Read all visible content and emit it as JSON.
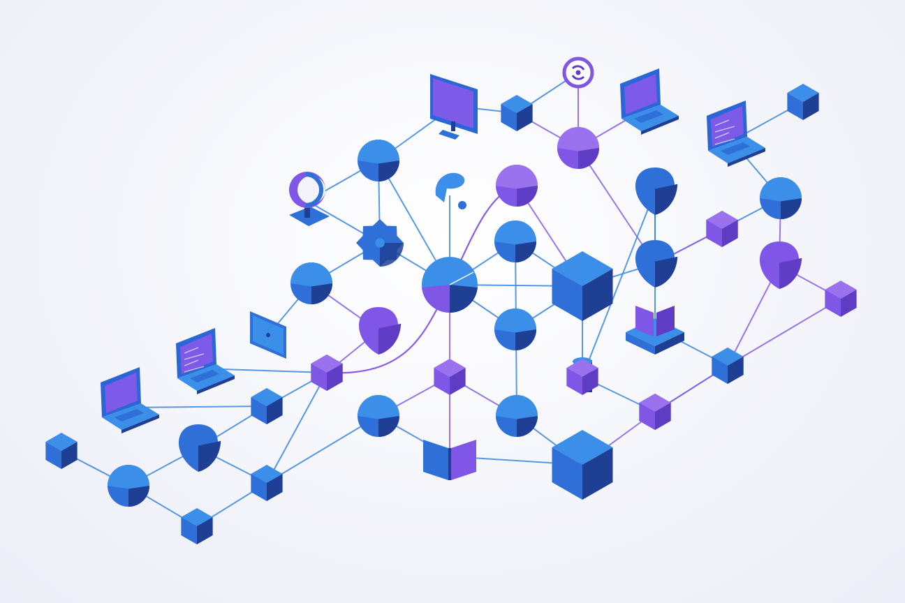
{
  "palette": {
    "blue_top": "#3b8fe8",
    "blue_left": "#2f6fd8",
    "blue_right": "#1f3f94",
    "purple_top": "#9a72ee",
    "purple_left": "#8056e6",
    "purple_right": "#5f3cc4",
    "link_blue": "#3a86e0",
    "link_purple": "#8a5ce8",
    "screen_purple": "#7e5ae8",
    "device_frame": "#2a66d6"
  },
  "nodes": [
    {
      "id": "n1",
      "kind": "cube",
      "color": "blue",
      "icon": "cube-icon"
    },
    {
      "id": "n2",
      "kind": "sphere",
      "color": "blue",
      "icon": "sphere-icon"
    },
    {
      "id": "n3",
      "kind": "cube",
      "color": "blue",
      "icon": "cube-icon"
    },
    {
      "id": "n4",
      "kind": "cube",
      "color": "blue",
      "icon": "cube-icon"
    },
    {
      "id": "n5",
      "kind": "blob",
      "color": "blue",
      "icon": "shield-node-icon"
    },
    {
      "id": "n6",
      "kind": "cube",
      "color": "blue",
      "icon": "cube-icon"
    },
    {
      "id": "n7",
      "kind": "cube",
      "color": "blue",
      "icon": "cube-icon"
    },
    {
      "id": "n8",
      "kind": "sphere",
      "color": "blue",
      "icon": "sphere-icon"
    },
    {
      "id": "n9",
      "kind": "cube",
      "color": "purple",
      "icon": "cube-icon"
    },
    {
      "id": "n10",
      "kind": "blob",
      "color": "purple",
      "icon": "blob-node-icon"
    },
    {
      "id": "n11",
      "kind": "sphere",
      "color": "blue",
      "icon": "sphere-icon"
    },
    {
      "id": "n12",
      "kind": "gear",
      "color": "blue",
      "icon": "gear-icon"
    },
    {
      "id": "n13",
      "kind": "sphere",
      "color": "blue",
      "icon": "sphere-icon"
    },
    {
      "id": "n14",
      "kind": "hub",
      "color": "blue",
      "icon": "hub-sphere-icon"
    },
    {
      "id": "n15",
      "kind": "sphere",
      "color": "blue",
      "icon": "sphere-icon"
    },
    {
      "id": "n16",
      "kind": "sphere",
      "color": "blue",
      "icon": "sphere-icon"
    },
    {
      "id": "n17",
      "kind": "cube",
      "color": "purple",
      "icon": "cube-icon"
    },
    {
      "id": "n18",
      "kind": "bigcube",
      "color": "blue",
      "icon": "large-cube-icon"
    },
    {
      "id": "n19",
      "kind": "bigcube",
      "color": "blue",
      "icon": "large-cube-icon"
    },
    {
      "id": "n20",
      "kind": "sphere",
      "color": "blue",
      "icon": "sphere-icon"
    },
    {
      "id": "n21",
      "kind": "blob",
      "color": "blue",
      "icon": "shield-node-icon"
    },
    {
      "id": "n22",
      "kind": "cube",
      "color": "blue",
      "icon": "cube-icon"
    },
    {
      "id": "n23",
      "kind": "sphere",
      "color": "purple",
      "icon": "sphere-icon"
    },
    {
      "id": "n24",
      "kind": "sphere",
      "color": "purple",
      "icon": "sphere-icon"
    },
    {
      "id": "n25",
      "kind": "cube",
      "color": "blue",
      "icon": "cube-icon"
    },
    {
      "id": "n26",
      "kind": "blob",
      "color": "blue",
      "icon": "shield-node-icon"
    },
    {
      "id": "n27",
      "kind": "cube",
      "color": "blue",
      "icon": "cube-icon"
    },
    {
      "id": "n28",
      "kind": "cylinder",
      "color": "blue",
      "icon": "cylinder-icon"
    },
    {
      "id": "n29",
      "kind": "cube",
      "color": "blue",
      "icon": "cube-icon"
    },
    {
      "id": "n30",
      "kind": "cube",
      "color": "purple",
      "icon": "cube-icon"
    },
    {
      "id": "n31",
      "kind": "sphere",
      "color": "blue",
      "icon": "sphere-icon"
    },
    {
      "id": "n32",
      "kind": "blob",
      "color": "purple",
      "icon": "blob-node-icon"
    },
    {
      "id": "n33",
      "kind": "cube",
      "color": "purple",
      "icon": "cube-icon"
    },
    {
      "id": "n34",
      "kind": "cube",
      "color": "blue",
      "icon": "cube-icon"
    },
    {
      "id": "n35",
      "kind": "cube",
      "color": "blue",
      "icon": "cube-icon"
    },
    {
      "id": "n36",
      "kind": "purplecube",
      "color": "purple",
      "icon": "cube-icon"
    },
    {
      "id": "n37",
      "kind": "cube",
      "color": "purple",
      "icon": "cube-icon"
    }
  ],
  "devices": [
    {
      "id": "d1",
      "kind": "laptop",
      "icon": "laptop-icon"
    },
    {
      "id": "d2",
      "kind": "laptop",
      "icon": "laptop-code-icon"
    },
    {
      "id": "d3",
      "kind": "tablet",
      "icon": "tablet-icon"
    },
    {
      "id": "d4",
      "kind": "webcam",
      "icon": "webcam-icon"
    },
    {
      "id": "d5",
      "kind": "monitor",
      "icon": "monitor-icon"
    },
    {
      "id": "d6",
      "kind": "laptop",
      "icon": "laptop-icon"
    },
    {
      "id": "d7",
      "kind": "laptop",
      "icon": "laptop-code-icon"
    },
    {
      "id": "d8",
      "kind": "badge",
      "icon": "sync-badge-icon"
    },
    {
      "id": "d9",
      "kind": "book",
      "icon": "open-book-icon"
    },
    {
      "id": "d10",
      "kind": "platform",
      "icon": "platform-book-icon"
    },
    {
      "id": "d11",
      "kind": "pin",
      "icon": "location-pin-icon"
    }
  ],
  "links": [
    [
      "n1",
      "n2"
    ],
    [
      "n2",
      "n3"
    ],
    [
      "n2",
      "n5"
    ],
    [
      "n3",
      "n6"
    ],
    [
      "n4",
      "n5"
    ],
    [
      "n5",
      "n6"
    ],
    [
      "n4",
      "n7"
    ],
    [
      "n6",
      "n7"
    ],
    [
      "n4",
      "d1"
    ],
    [
      "n7",
      "d2"
    ],
    [
      "n7",
      "n9"
    ],
    [
      "n6",
      "n8"
    ],
    [
      "n8",
      "n17"
    ],
    [
      "n8",
      "d9"
    ],
    [
      "n9",
      "n10"
    ],
    [
      "n10",
      "n11"
    ],
    [
      "n11",
      "n12"
    ],
    [
      "n11",
      "d3"
    ],
    [
      "n12",
      "n13"
    ],
    [
      "n12",
      "d4"
    ],
    [
      "n13",
      "n14"
    ],
    [
      "n12",
      "n14"
    ],
    [
      "n13",
      "d4"
    ],
    [
      "n14",
      "n15"
    ],
    [
      "n14",
      "n16"
    ],
    [
      "n14",
      "n17"
    ],
    [
      "n14",
      "n18"
    ],
    [
      "n14",
      "d11"
    ],
    [
      "n15",
      "n18"
    ],
    [
      "n16",
      "n18"
    ],
    [
      "n13",
      "d5"
    ],
    [
      "d5",
      "n22"
    ],
    [
      "n22",
      "n23"
    ],
    [
      "n22",
      "d8"
    ],
    [
      "n23",
      "d8"
    ],
    [
      "n23",
      "n21"
    ],
    [
      "n23",
      "d6"
    ],
    [
      "n21",
      "n26"
    ],
    [
      "n21",
      "n25"
    ],
    [
      "n21",
      "n18"
    ],
    [
      "n26",
      "n28"
    ],
    [
      "n18",
      "n28"
    ],
    [
      "n28",
      "n30"
    ],
    [
      "n28",
      "n29"
    ],
    [
      "n29",
      "n27"
    ],
    [
      "n26",
      "d10"
    ],
    [
      "d10",
      "n27"
    ],
    [
      "n25",
      "n31"
    ],
    [
      "n31",
      "n32"
    ],
    [
      "n32",
      "n37"
    ],
    [
      "d7",
      "n31"
    ],
    [
      "d7",
      "n35"
    ],
    [
      "n32",
      "n27"
    ],
    [
      "n37",
      "n34"
    ],
    [
      "n34",
      "n33"
    ],
    [
      "n33",
      "n19"
    ],
    [
      "n19",
      "d9"
    ],
    [
      "d9",
      "n17"
    ],
    [
      "n17",
      "n20"
    ],
    [
      "n20",
      "n15"
    ],
    [
      "n19",
      "n20"
    ],
    [
      "n24",
      "n18"
    ],
    [
      "n36",
      "n25"
    ],
    [
      "n36",
      "n21"
    ]
  ]
}
